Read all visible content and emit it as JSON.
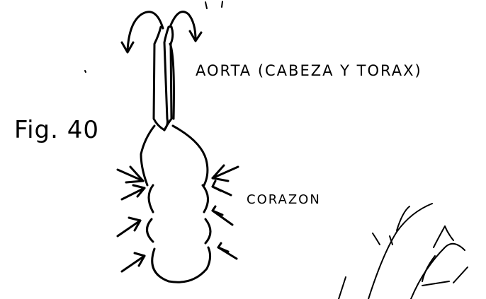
{
  "figure_label": "Fig. 40",
  "labels": {
    "aorta": "AORTA (CABEZA Y TORAX)",
    "heart": "CORAZON"
  },
  "ink_color": "#000000",
  "background_color": "#ffffff"
}
